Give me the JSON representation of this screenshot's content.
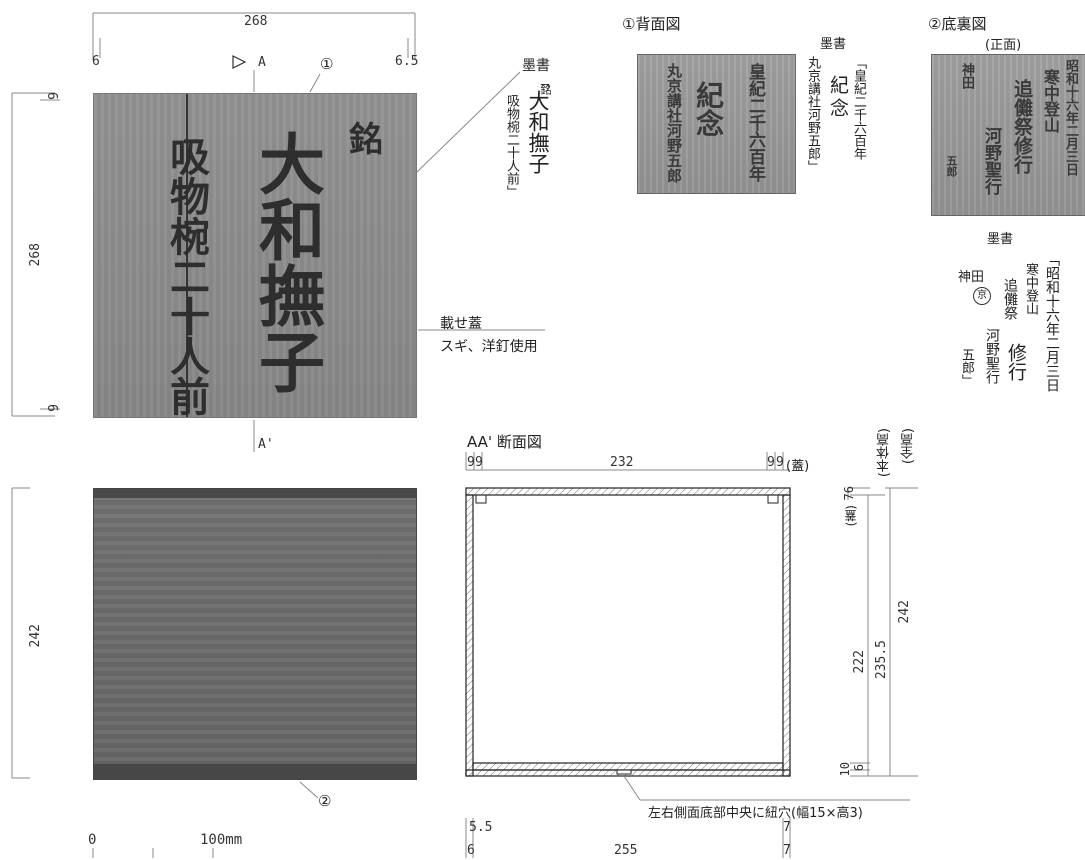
{
  "top": {
    "width": "268",
    "left_edge": "6",
    "right_edge": "6.5",
    "section_mark": "A",
    "section_mark_end": "A'",
    "callout_front": "①",
    "callout_bottom": "②"
  },
  "left_dims": {
    "lid_height": "268",
    "lid_top_edge": "6",
    "lid_bottom_edge": "6",
    "box_height": "242"
  },
  "lid_ink": {
    "title_small": "銘",
    "title": "大和撫子",
    "subtitle": "吸物椀二十人前"
  },
  "bokusho_main": {
    "label": "墨書",
    "open_quote": "「",
    "small": "銘",
    "title": "大和撫子",
    "subtitle": "吸物椀二十人前」"
  },
  "lid_note": {
    "title": "載せ蓋",
    "material": "スギ、洋釘使用"
  },
  "back_view": {
    "title": "①背面図",
    "ink_col1": "皇紀二千六百年",
    "ink_col2": "紀念",
    "ink_col3": "丸京講社河野五郎",
    "bokusho_label": "墨書",
    "tr_col1": "「皇紀二千六百年",
    "tr_col2": "紀念",
    "tr_col3": "丸京講社河野五郎」"
  },
  "bottom_view": {
    "title": "②底裏図",
    "subtitle": "(正面)",
    "ink_col1": "昭和十六年二月三日",
    "ink_col2": "寒中登山",
    "ink_col3": "追儺祭修行",
    "ink_col4": "河野聖行",
    "ink_col5": "神田",
    "ink_col6": "五郎",
    "bokusho_label": "墨書",
    "tr_col1": "「昭和十六年二月三日",
    "tr_col2": "寒中登山",
    "tr_col3": "修行",
    "tr_col4": "追儺祭",
    "tr_col5": "河野聖行",
    "tr_col6": "神田",
    "tr_col7": "五郎」",
    "seal": "京"
  },
  "section": {
    "title": "AA' 断面図",
    "top_dims": [
      "9",
      "9",
      "232",
      "9",
      "9"
    ],
    "lid_suffix": "(蓋)",
    "right_dims": {
      "lid_thickness": "76",
      "lid_label": "(蓋)",
      "body_height_label": "(本体高)",
      "total_height_label": "(全高)",
      "inner": "222",
      "body": "235.5",
      "total": "242",
      "bottom1": "10",
      "bottom2": "6"
    },
    "bottom_note": "左右側面底部中央に紐穴(幅15×高3)",
    "bottom_dims": {
      "left_top": "5.5",
      "left_bottom": "6",
      "width": "255",
      "right_top": "7",
      "right_bottom": "7"
    }
  },
  "scale": {
    "zero": "0",
    "label": "100mm"
  }
}
